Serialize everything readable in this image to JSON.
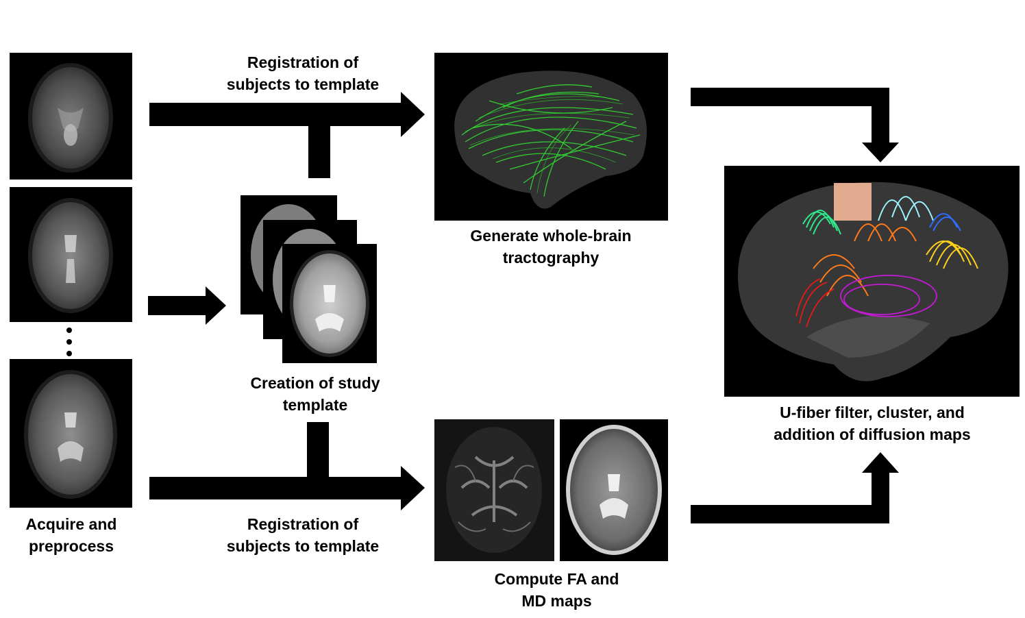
{
  "labels": {
    "acquire": [
      "Acquire and",
      "preprocess"
    ],
    "registration_top": [
      "Registration of",
      "subjects to template"
    ],
    "registration_bottom": [
      "Registration of",
      "subjects to template"
    ],
    "creation": [
      "Creation of study",
      "template"
    ],
    "tractography": [
      "Generate whole-brain",
      "tractography"
    ],
    "fa_md": [
      "Compute FA and",
      "MD maps"
    ],
    "ufiber": [
      "U-fiber filter, cluster, and",
      "addition of diffusion maps"
    ]
  },
  "colors": {
    "arrow": "#000000",
    "panel_background": "#000000",
    "tract_fibers": "#33e633",
    "cluster_colors": [
      "#2ee88a",
      "#f5b89a",
      "#9df3ff",
      "#ff7a1a",
      "#ffd21a",
      "#e21a1a",
      "#c41ad6",
      "#2f6bff"
    ]
  },
  "icons": {
    "brain_slice": "axial-mri-slice",
    "tract_brain": "sagittal-tractography-brain",
    "fiber_brain": "sagittal-ufiber-cluster-brain"
  }
}
